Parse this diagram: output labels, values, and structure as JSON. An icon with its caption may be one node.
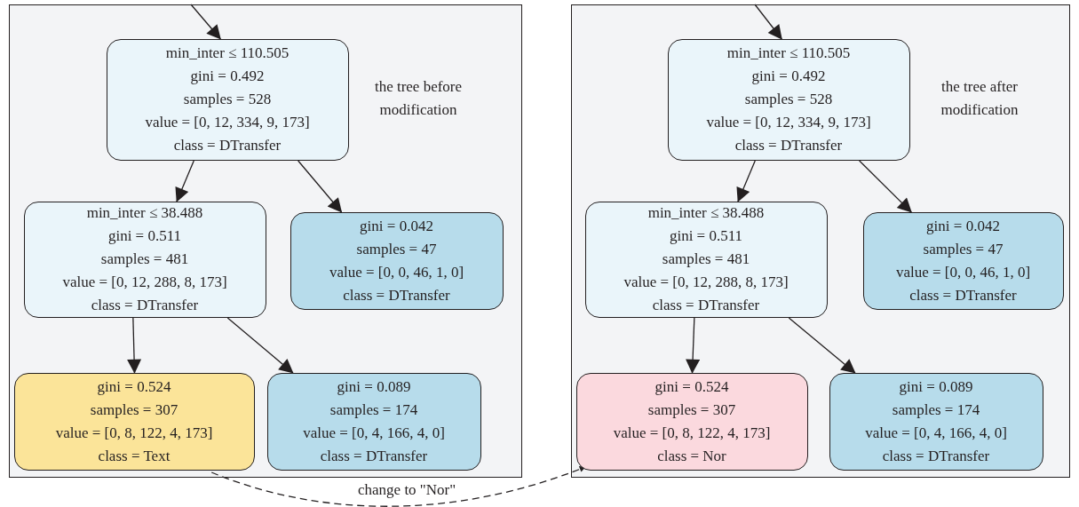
{
  "diagram": {
    "nodes": [
      {
        "text": [
          "the tree before modification"
        ]
      },
      {
        "text": [
          "min_inter ≤ 110.505",
          "gini = 0.492",
          "samples = 528",
          "value = [0, 12, 334, 9, 173]",
          "class = DTransfer"
        ],
        "in": 0
      },
      {
        "text": [
          "min_inter ≤ 38.488",
          "gini = 0.511",
          "samples = 481",
          "value = [0, 12, 288, 8, 173]",
          "class = DTransfer"
        ],
        "in": 0
      },
      {
        "text": [
          "gini = 0.042",
          "samples = 47",
          "value = [0, 0, 46, 1, 0]",
          "class = DTransfer"
        ],
        "in": 0
      },
      {
        "text": [
          "gini = 0.524",
          "samples = 307",
          "value = [0, 8, 122, 4, 173]",
          "class = Text"
        ],
        "in": 0
      },
      {
        "text": [
          "gini = 0.089",
          "samples = 174",
          "value = [0, 4, 166, 4, 0]",
          "class = DTransfer"
        ],
        "in": 0
      },
      {
        "text": [
          "the tree after modification"
        ]
      },
      {
        "text": [
          "min_inter ≤ 110.505",
          "gini = 0.492",
          "samples = 528",
          "value = [0, 12, 334, 9, 173]",
          "class = DTransfer"
        ],
        "in": 6
      },
      {
        "text": [
          "min_inter ≤ 38.488",
          "gini = 0.511",
          "samples = 481",
          "value = [0, 12, 288, 8, 173]",
          "class = DTransfer"
        ],
        "in": 6
      },
      {
        "text": [
          "gini = 0.042",
          "samples = 47",
          "value = [0, 0, 46, 1, 0]",
          "class = DTransfer"
        ],
        "in": 6
      },
      {
        "text": [
          "gini = 0.524",
          "samples = 307",
          "value = [0, 8, 122, 4, 173]",
          "class = Nor"
        ],
        "in": 6
      },
      {
        "text": [
          "gini = 0.089",
          "samples = 174",
          "value = [0, 4, 166, 4, 0]",
          "class = DTransfer"
        ],
        "in": 6
      }
    ],
    "edges": [
      {
        "from": null,
        "to": 1,
        "arrow": "to"
      },
      {
        "from": 1,
        "to": 2,
        "arrow": "to"
      },
      {
        "from": 1,
        "to": 3,
        "arrow": "to"
      },
      {
        "from": 2,
        "to": 4,
        "arrow": "to"
      },
      {
        "from": 2,
        "to": 5,
        "arrow": "to"
      },
      {
        "from": null,
        "to": 7,
        "arrow": "to"
      },
      {
        "from": 7,
        "to": 8,
        "arrow": "to"
      },
      {
        "from": 7,
        "to": 9,
        "arrow": "to"
      },
      {
        "from": 8,
        "to": 10,
        "arrow": "to"
      },
      {
        "from": 8,
        "to": 11,
        "arrow": "to"
      },
      {
        "from": 4,
        "to": 10,
        "arrow": "to",
        "label": "change to \"Nor\"",
        "style": "dashed"
      }
    ]
  }
}
